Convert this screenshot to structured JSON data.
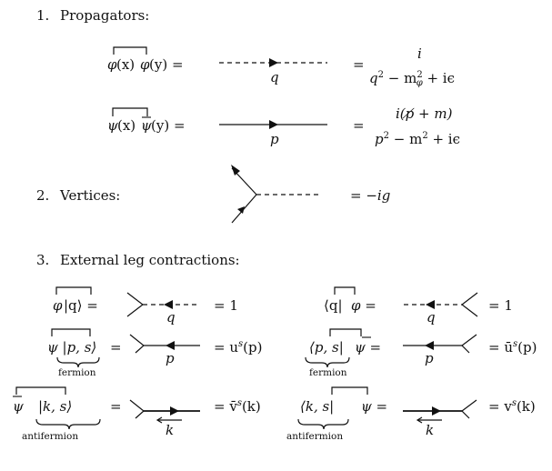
{
  "headings": {
    "h1_num": "1.",
    "h1": "Propagators:",
    "h2_num": "2.",
    "h2": "Vertices:",
    "h3_num": "3.",
    "h3": "External leg contractions:"
  },
  "propagators": {
    "scalar": {
      "phi": "φ",
      "x": "(x)",
      "y": "(y) =",
      "momentum": "q",
      "num": "i",
      "den_a": "q",
      "den_b": " − m",
      "den_c": " + iϵ",
      "sq": "2",
      "sub": "φ",
      "eq": "="
    },
    "fermion": {
      "psi": "ψ",
      "x": "(x)",
      "y": "(y) =",
      "momentum": "p",
      "num": "i(p̸ + m)",
      "den_a": "p",
      "den_b": " − m",
      "den_c": " + iϵ",
      "sq": "2",
      "eq": "="
    }
  },
  "vertex": {
    "value": "= −ig"
  },
  "external": {
    "phi_q": {
      "lhs_phi": "φ",
      "lhs_q": "|q⟩ =",
      "momentum": "q",
      "rhs": "= 1"
    },
    "q_phi": {
      "lhs_q": "⟨q|",
      "lhs_phi": "φ =",
      "momentum": "q",
      "rhs": "= 1"
    },
    "psi_ps": {
      "lhs": "ψ |p, s⟩",
      "eq": "=",
      "label": "fermion",
      "momentum": "p",
      "rhs": "= u",
      "rhs_s": "s",
      "rhs_arg": "(p)"
    },
    "ps_psibar": {
      "lhs": "⟨p, s|",
      "lhs2": "ψ =",
      "label": "fermion",
      "momentum": "p",
      "rhs": "= ū",
      "rhs_s": "s",
      "rhs_arg": "(p)"
    },
    "psibar_ks": {
      "lhs1": "ψ",
      "lhs2": "|k, s⟩",
      "eq": "=",
      "label": "antifermion",
      "momentum": "k",
      "rhs": "= v̄",
      "rhs_s": "s",
      "rhs_arg": "(k)"
    },
    "ks_psi": {
      "lhs": "⟨k, s|",
      "lhs2": "ψ =",
      "label": "antifermion",
      "momentum": "k",
      "rhs": "= v",
      "rhs_s": "s",
      "rhs_arg": "(k)"
    }
  }
}
